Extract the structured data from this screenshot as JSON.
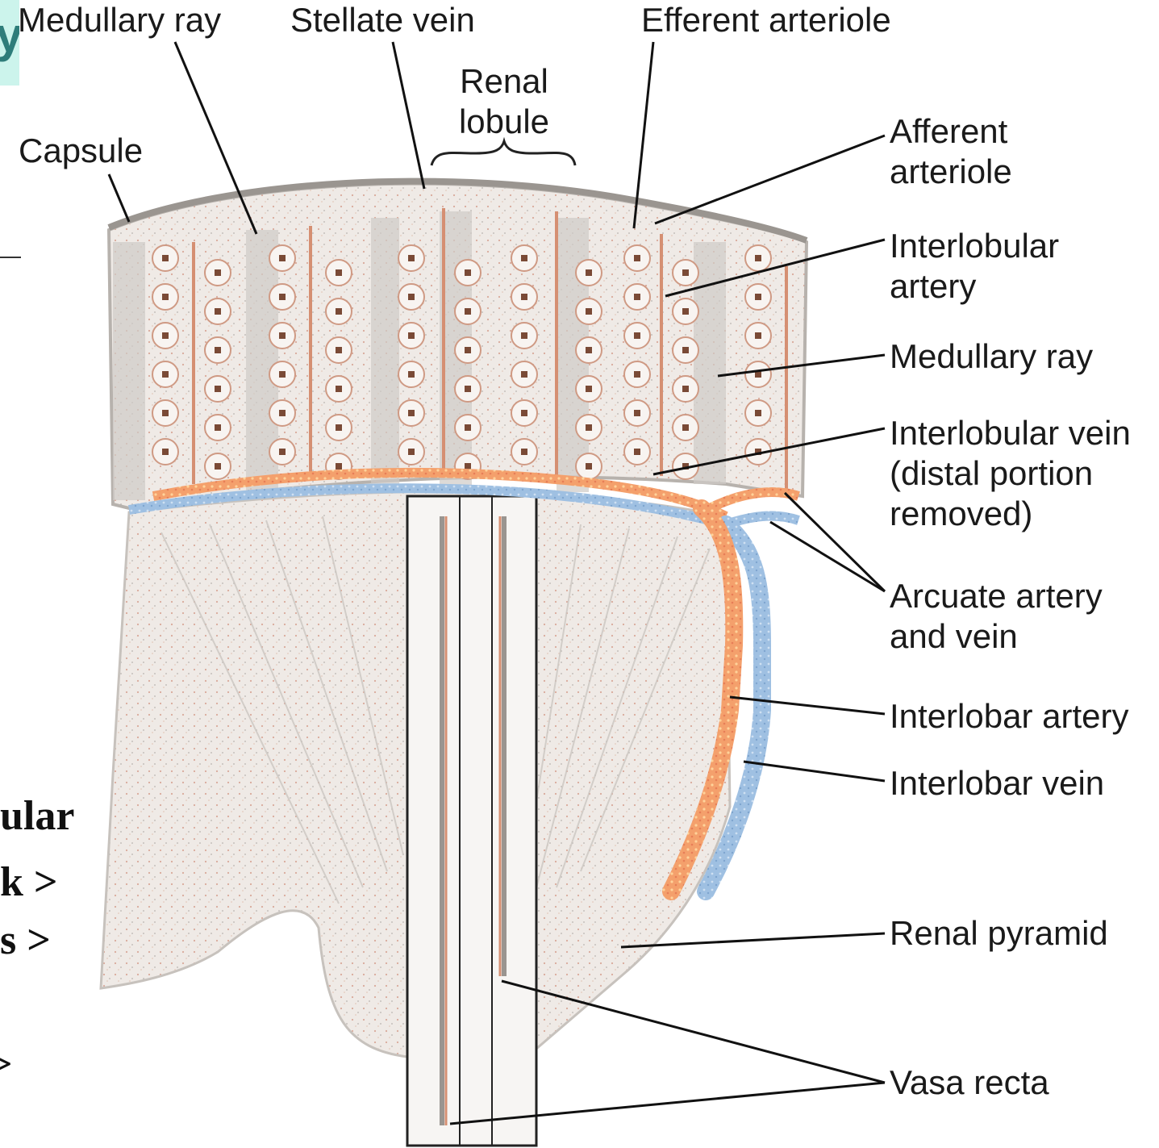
{
  "colors": {
    "artery": "#f0a26e",
    "vein": "#9cbde0",
    "tissue": "#ece7e2",
    "leader": "#111111",
    "slide_accent": "#ccf4ec"
  },
  "labels": {
    "medullary_ray_top": "Medullary ray",
    "stellate_vein": "Stellate vein",
    "efferent_arteriole": "Efferent arteriole",
    "renal_lobule": "Renal\nlobule",
    "capsule": "Capsule",
    "afferent_arteriole": "Afferent\narteriole",
    "interlobular_artery": "Interlobular\nartery",
    "medullary_ray_right": "Medullary ray",
    "interlobular_vein": "Interlobular vein\n(distal portion\nremoved)",
    "arcuate": "Arcuate artery\nand vein",
    "interlobar_artery": "Interlobar artery",
    "interlobar_vein": "Interlobar vein",
    "renal_pyramid": "Renal pyramid",
    "vasa_recta": "Vasa recta"
  },
  "slide_fragments": {
    "title_edge": "y",
    "line1": "ular",
    "line2": "k >",
    "line3": "s >",
    "line4": ">"
  }
}
